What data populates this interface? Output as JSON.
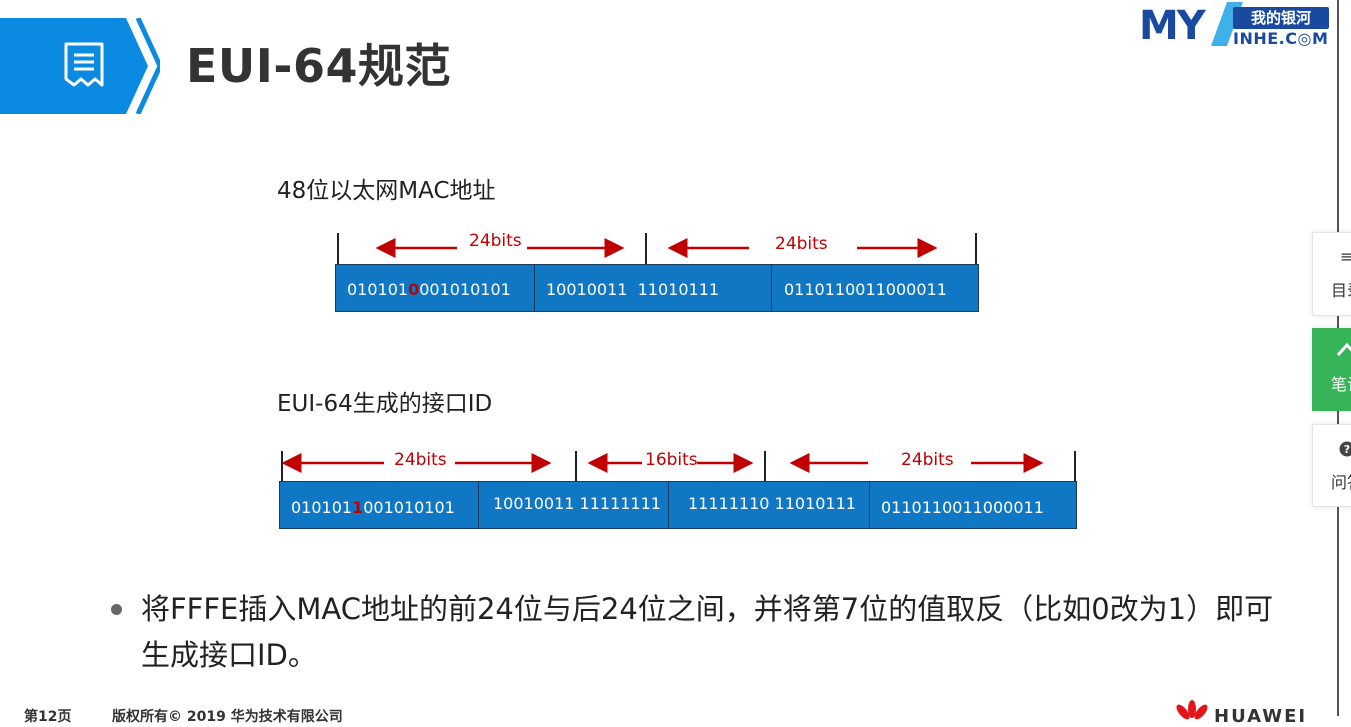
{
  "header": {
    "title": "EUI-64规范",
    "icon": "document-icon"
  },
  "logo": {
    "letters": "MY",
    "cn_text": "我的银河",
    "domain": "INHE.C◎M"
  },
  "mac_section": {
    "title": "48位以太网MAC地址",
    "span_labels": [
      "24bits",
      "24bits"
    ],
    "segments": [
      {
        "pre": "010101",
        "flip": "0",
        "post": "001010101"
      },
      {
        "text": "10010011  11010111"
      },
      {
        "text": "0110110011000011"
      }
    ]
  },
  "eui_section": {
    "title": "EUI-64生成的接口ID",
    "span_labels": [
      "24bits",
      "16bits",
      "24bits"
    ],
    "segments": [
      {
        "pre": "010101",
        "flip": "1",
        "post": "001010101"
      },
      {
        "text": "10010011 11111111"
      },
      {
        "text": "11111110 11010111"
      },
      {
        "text": "0110110011000011"
      }
    ]
  },
  "bullet": {
    "text": "将FFFE插入MAC地址的前24位与后24位之间，并将第7位的值取反（比如0改为1）即可生成接口ID。"
  },
  "footer": {
    "page": "第12页",
    "copyright": "版权所有© 2019 华为技术有限公司",
    "brand": "HUAWEI"
  },
  "side_tabs": [
    {
      "icon": "≡",
      "label": "目录"
    },
    {
      "icon": "✎",
      "label": "笔记"
    },
    {
      "icon": "?",
      "label": "问答"
    }
  ],
  "colors": {
    "accent_blue": "#1077c5",
    "header_blue": "#0a8ae0",
    "annotation_red": "#c00000",
    "tab_green": "#35b558"
  }
}
